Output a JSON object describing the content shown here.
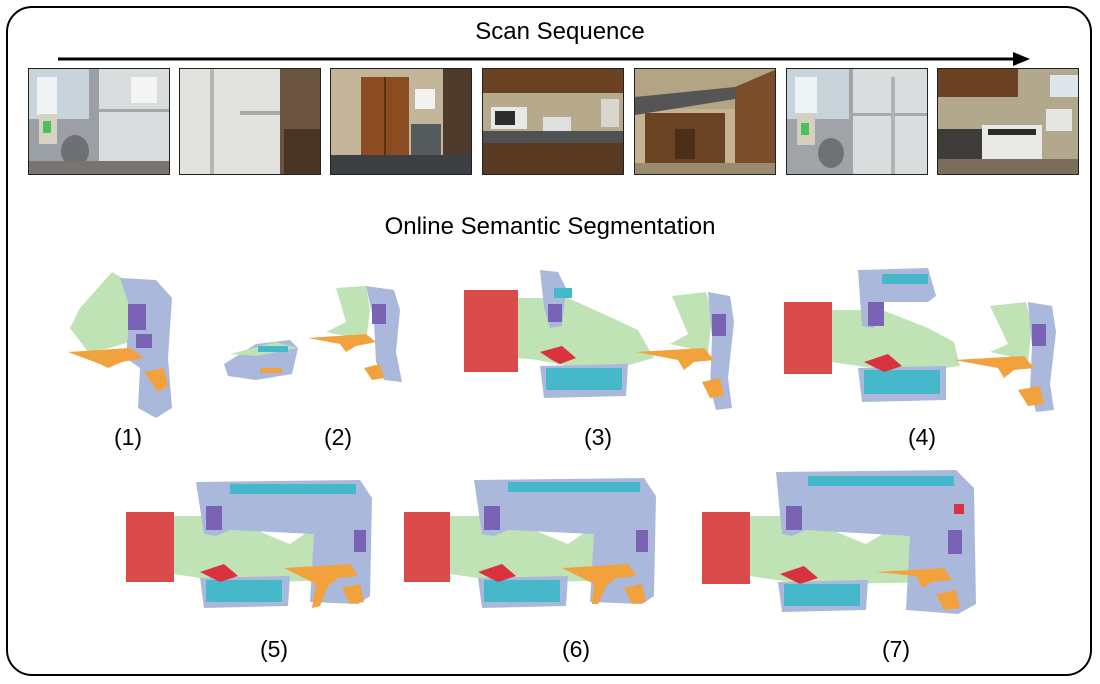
{
  "scan_title": "Scan Sequence",
  "seg_title": "Online Semantic Segmentation",
  "panel_labels": [
    "(1)",
    "(2)",
    "(3)",
    "(4)",
    "(5)",
    "(6)",
    "(7)"
  ],
  "class_colors": {
    "floor": "#bfe3b4",
    "wall": "#aab8dc",
    "cabinet": "#45b9c9",
    "door": "#d94a4a",
    "counter": "#f2a23c",
    "chair": "#d9323e",
    "object": "#7a63b5"
  }
}
